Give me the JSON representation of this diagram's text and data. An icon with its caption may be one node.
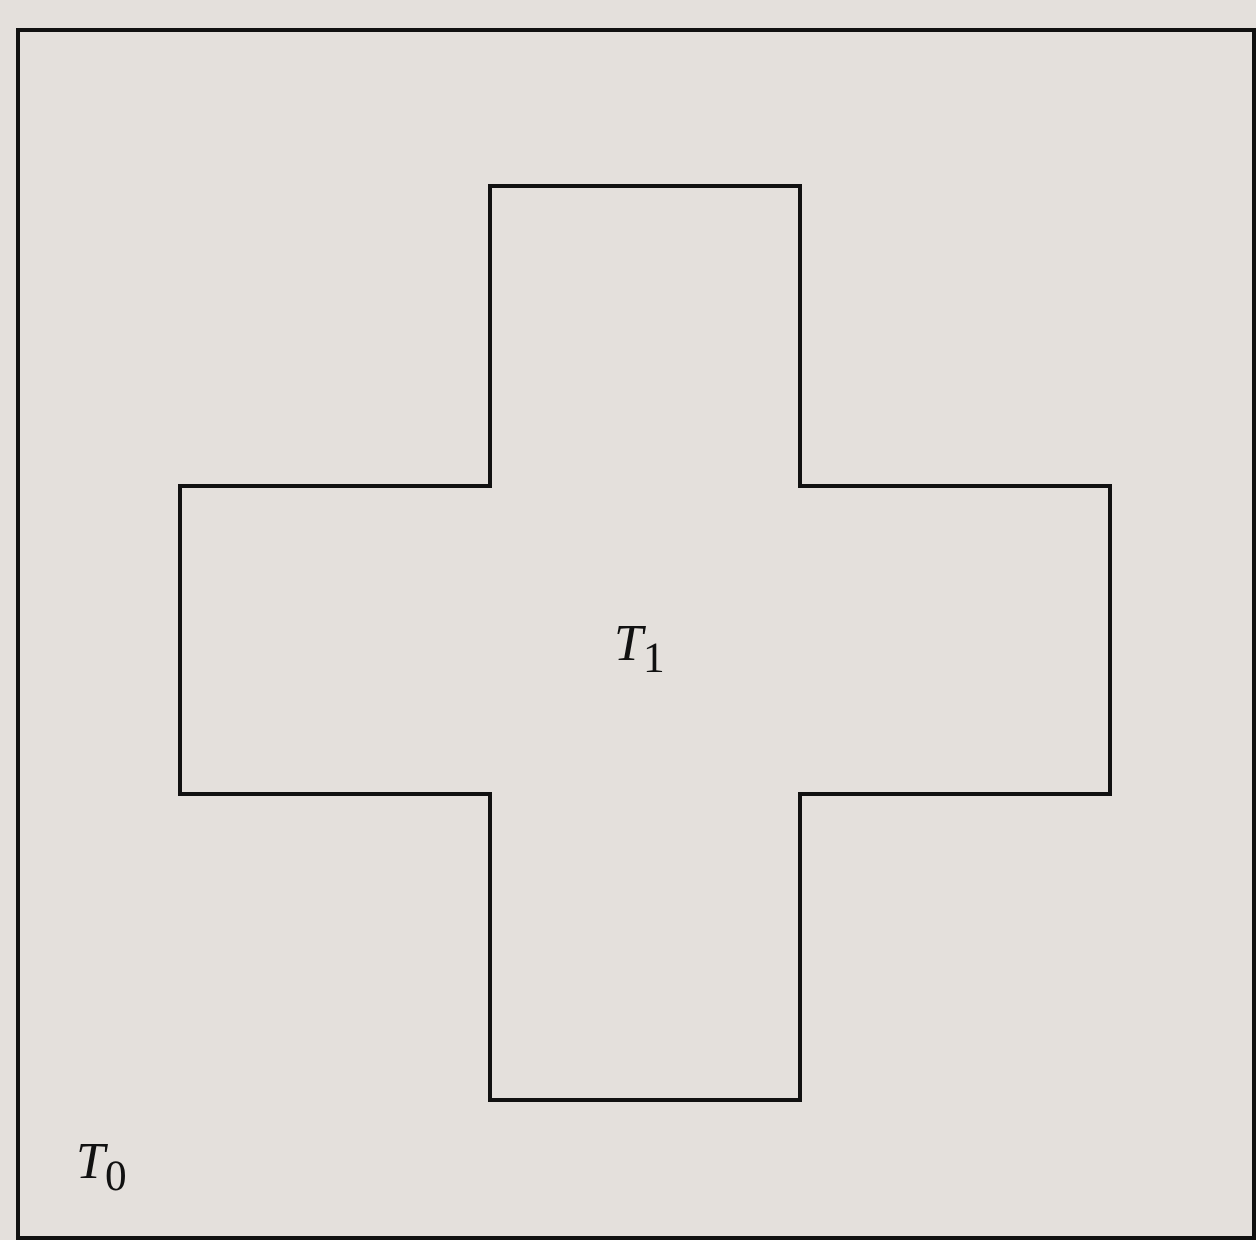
{
  "diagram": {
    "nodes": [
      {
        "text": [
          "*T*$_{0}$"
        ]
      },
      {
        "text": [
          "*T*$_{1}$"
        ],
        "in": 0
      }
    ]
  }
}
